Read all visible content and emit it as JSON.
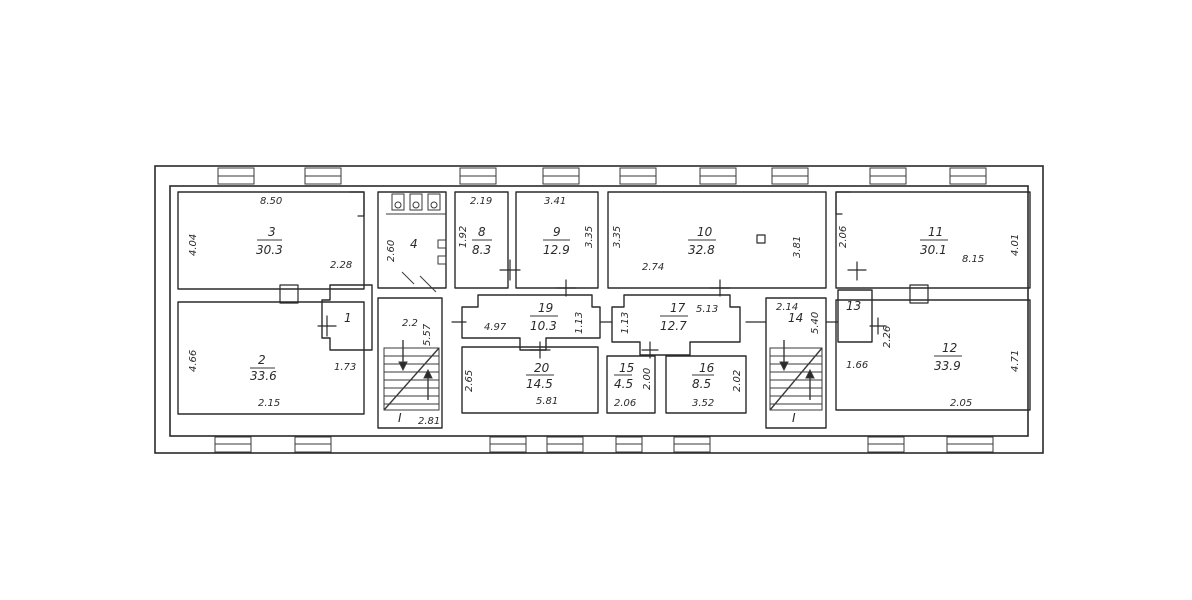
{
  "rooms": [
    {
      "id": "r1",
      "number": "1",
      "area": ""
    },
    {
      "id": "r2",
      "number": "2",
      "area": "33.6"
    },
    {
      "id": "r3",
      "number": "3",
      "area": "30.3"
    },
    {
      "id": "r4",
      "number": "4",
      "area": ""
    },
    {
      "id": "r8",
      "number": "8",
      "area": "8.3"
    },
    {
      "id": "r9",
      "number": "9",
      "area": "12.9"
    },
    {
      "id": "r10",
      "number": "10",
      "area": "32.8"
    },
    {
      "id": "r11",
      "number": "11",
      "area": "30.1"
    },
    {
      "id": "r12",
      "number": "12",
      "area": "33.9"
    },
    {
      "id": "r13",
      "number": "13",
      "area": ""
    },
    {
      "id": "r14",
      "number": "14",
      "area": ""
    },
    {
      "id": "r15",
      "number": "15",
      "area": "4.5"
    },
    {
      "id": "r16",
      "number": "16",
      "area": "8.5"
    },
    {
      "id": "r17",
      "number": "17",
      "area": "12.7"
    },
    {
      "id": "r19",
      "number": "19",
      "area": "10.3"
    },
    {
      "id": "r20",
      "number": "20",
      "area": "14.5"
    }
  ],
  "dimensions": [
    "8.50",
    "4.04",
    "4.66",
    "2.15",
    "1.73",
    "2.28",
    "2.60",
    "2.2",
    "5.57",
    "2.81",
    "2.19",
    "1.92",
    "3.41",
    "3.35",
    "3.35",
    "2.74",
    "3.81",
    "2.06",
    "8.15",
    "4.01",
    "4.97",
    "1.13",
    "1.13",
    "5.13",
    "2.65",
    "5.81",
    "2.06",
    "2.00",
    "3.52",
    "2.02",
    "2.14",
    "5.40",
    "1.66",
    "2.26",
    "2.05",
    "4.71"
  ],
  "stairs": [
    "I",
    "I"
  ]
}
